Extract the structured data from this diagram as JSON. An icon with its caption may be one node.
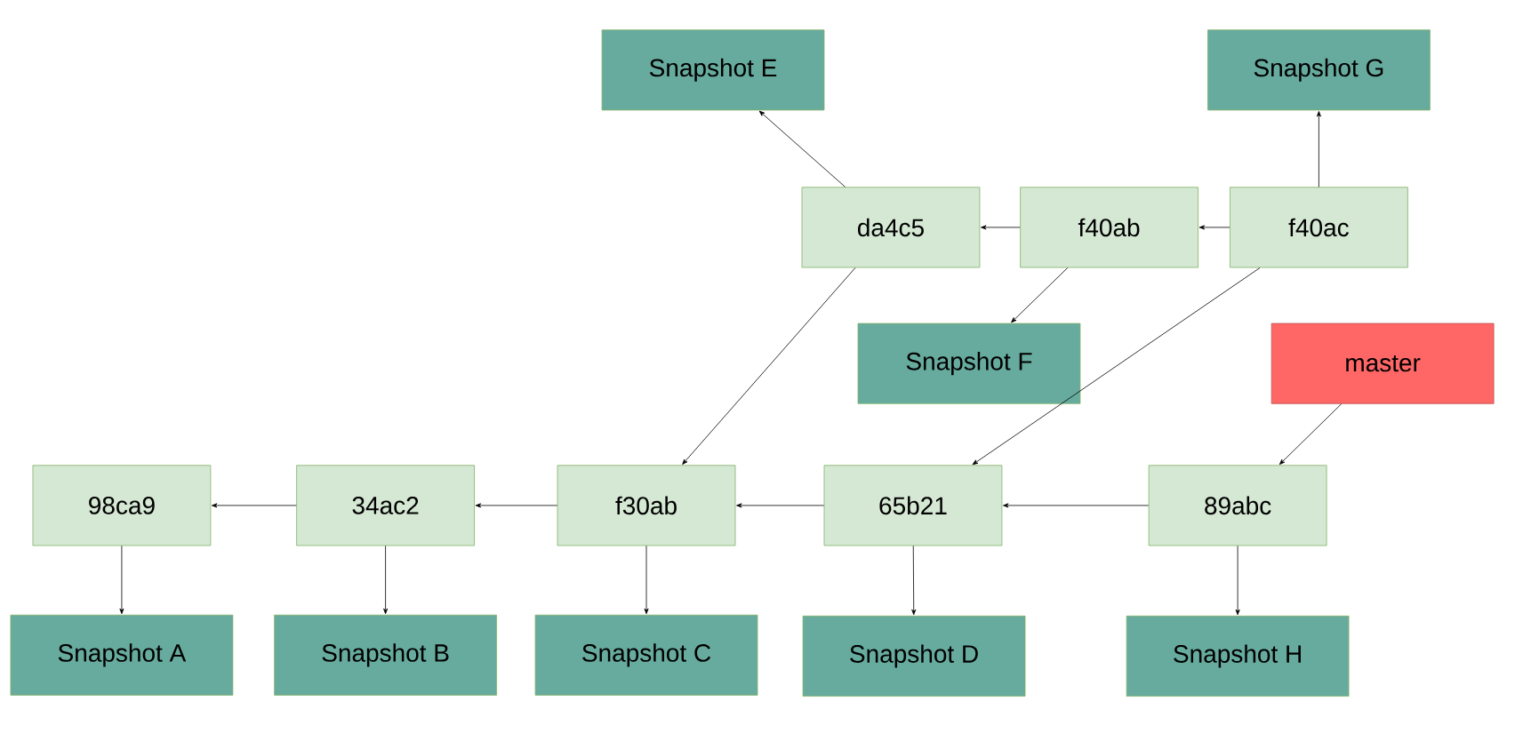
{
  "diagram": {
    "nodes": [
      {
        "text": [
          "Snapshot E"
        ]
      },
      {
        "text": [
          "Snapshot G"
        ]
      },
      {
        "text": [
          "da4c5"
        ]
      },
      {
        "text": [
          "f40ab"
        ]
      },
      {
        "text": [
          "f40ac"
        ]
      },
      {
        "text": [
          "Snapshot F"
        ]
      },
      {
        "text": [
          "master"
        ]
      },
      {
        "text": [
          "98ca9"
        ]
      },
      {
        "text": [
          "34ac2"
        ]
      },
      {
        "text": [
          "f30ab"
        ]
      },
      {
        "text": [
          "65b21"
        ]
      },
      {
        "text": [
          "89abc"
        ]
      },
      {
        "text": [
          "Snapshot A"
        ]
      },
      {
        "text": [
          "Snapshot B"
        ]
      },
      {
        "text": [
          "Snapshot C"
        ]
      },
      {
        "text": [
          "Snapshot D"
        ]
      },
      {
        "text": [
          "Snapshot H"
        ]
      }
    ],
    "edges": [
      {
        "from": 2,
        "to": 0,
        "arrow": "to"
      },
      {
        "from": 4,
        "to": 1,
        "arrow": "to"
      },
      {
        "from": 3,
        "to": 2,
        "arrow": "to"
      },
      {
        "from": 4,
        "to": 3,
        "arrow": "to"
      },
      {
        "from": 3,
        "to": 5,
        "arrow": "to"
      },
      {
        "from": 2,
        "to": 9,
        "arrow": "to"
      },
      {
        "from": 4,
        "to": 10,
        "arrow": "to"
      },
      {
        "from": 6,
        "to": 11,
        "arrow": "to"
      },
      {
        "from": 8,
        "to": 7,
        "arrow": "to"
      },
      {
        "from": 9,
        "to": 8,
        "arrow": "to"
      },
      {
        "from": 10,
        "to": 9,
        "arrow": "to"
      },
      {
        "from": 11,
        "to": 10,
        "arrow": "to"
      },
      {
        "from": 7,
        "to": 12,
        "arrow": "to"
      },
      {
        "from": 8,
        "to": 13,
        "arrow": "to"
      },
      {
        "from": 9,
        "to": 14,
        "arrow": "to"
      },
      {
        "from": 10,
        "to": 15,
        "arrow": "to"
      },
      {
        "from": 11,
        "to": 16,
        "arrow": "to"
      }
    ]
  }
}
